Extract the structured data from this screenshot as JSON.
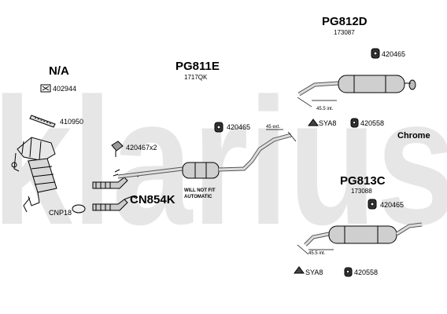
{
  "watermark": {
    "text": "klarius",
    "color": "#e6e6e6"
  },
  "groups": {
    "na": {
      "title": "N/A",
      "part1": "402944",
      "part2": "410950",
      "part3": "420467x2",
      "part4": "CNP18"
    },
    "pg811e": {
      "title": "PG811E",
      "code": "1717QK",
      "clamp": "420465",
      "dim": "45 ext.",
      "note_line1": "WILL NOT FIT",
      "note_line2": "AUTOMATIC"
    },
    "cn854k": {
      "title": "CN854K"
    },
    "pg812d": {
      "title": "PG812D",
      "code": "173087",
      "clamp": "420465",
      "dim": "45.5 int.",
      "bracket": "SYA8",
      "hanger": "420558",
      "finish": "Chrome"
    },
    "pg813c": {
      "title": "PG813C",
      "code": "173088",
      "clamp": "420465",
      "dim": "45.5 int.",
      "bracket": "SYA8",
      "hanger": "420558"
    }
  }
}
